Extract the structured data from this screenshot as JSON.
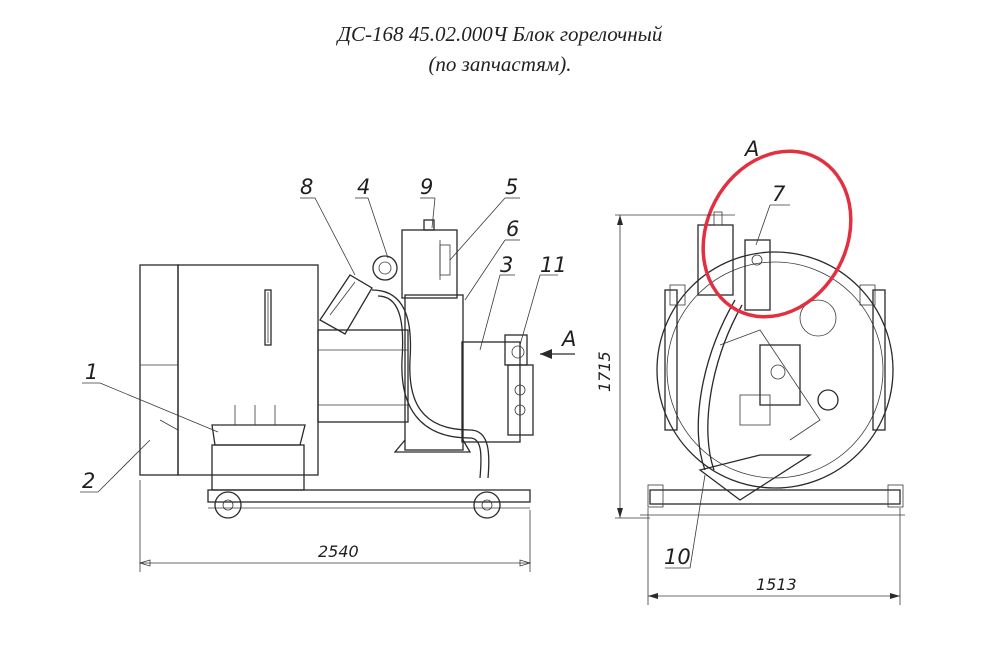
{
  "title": {
    "line1": "ДС-168 45.02.000Ч Блок горелочный",
    "line2": "(по запчастям)."
  },
  "view_label": "A",
  "part_labels": {
    "p1": "1",
    "p2": "2",
    "p3": "3",
    "p4": "4",
    "p5": "5",
    "p6": "6",
    "p7": "7",
    "p8": "8",
    "p9": "9",
    "p10": "10",
    "p11": "11"
  },
  "dimensions": {
    "length": "2540",
    "height": "1715",
    "width": "1513"
  },
  "highlight_color": "#e23040",
  "line_color": "#2a2a2a"
}
